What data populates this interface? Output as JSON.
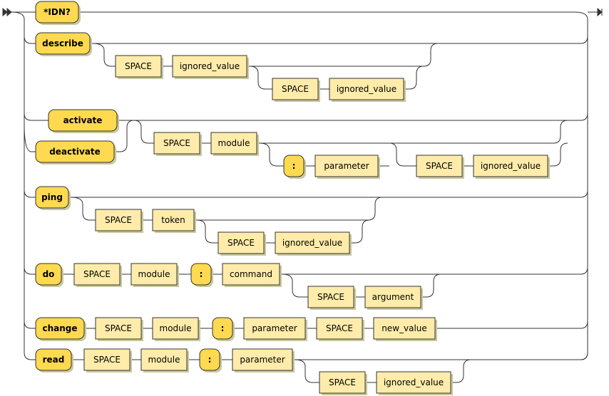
{
  "grammar": [
    {
      "kind": "terminal",
      "text": "*IDN?"
    },
    {
      "kind": "sequence",
      "items": [
        {
          "kind": "terminal",
          "text": "describe"
        },
        {
          "kind": "optional",
          "items": [
            {
              "kind": "nonterminal",
              "text": "SPACE"
            },
            {
              "kind": "nonterminal",
              "text": "ignored_value"
            },
            {
              "kind": "zero-or-more",
              "items": [
                {
                  "kind": "nonterminal",
                  "text": "SPACE"
                },
                {
                  "kind": "nonterminal",
                  "text": "ignored_value"
                }
              ]
            }
          ]
        }
      ]
    },
    {
      "kind": "sequence",
      "items": [
        {
          "kind": "choice",
          "items": [
            {
              "kind": "terminal",
              "text": "activate"
            },
            {
              "kind": "terminal",
              "text": "deactivate"
            }
          ]
        },
        {
          "kind": "optional",
          "items": [
            {
              "kind": "nonterminal",
              "text": "SPACE"
            },
            {
              "kind": "nonterminal",
              "text": "module"
            },
            {
              "kind": "optional",
              "items": [
                {
                  "kind": "terminal",
                  "text": ":"
                },
                {
                  "kind": "nonterminal",
                  "text": "parameter"
                }
              ]
            },
            {
              "kind": "zero-or-more",
              "items": [
                {
                  "kind": "nonterminal",
                  "text": "SPACE"
                },
                {
                  "kind": "nonterminal",
                  "text": "ignored_value"
                }
              ]
            }
          ]
        }
      ]
    },
    {
      "kind": "sequence",
      "items": [
        {
          "kind": "terminal",
          "text": "ping"
        },
        {
          "kind": "optional",
          "items": [
            {
              "kind": "nonterminal",
              "text": "SPACE"
            },
            {
              "kind": "nonterminal",
              "text": "token"
            },
            {
              "kind": "zero-or-more",
              "items": [
                {
                  "kind": "nonterminal",
                  "text": "SPACE"
                },
                {
                  "kind": "nonterminal",
                  "text": "ignored_value"
                }
              ]
            }
          ]
        }
      ]
    },
    {
      "kind": "sequence",
      "items": [
        {
          "kind": "terminal",
          "text": "do"
        },
        {
          "kind": "nonterminal",
          "text": "SPACE"
        },
        {
          "kind": "nonterminal",
          "text": "module"
        },
        {
          "kind": "terminal",
          "text": ":"
        },
        {
          "kind": "nonterminal",
          "text": "command"
        },
        {
          "kind": "zero-or-more",
          "items": [
            {
              "kind": "nonterminal",
              "text": "SPACE"
            },
            {
              "kind": "nonterminal",
              "text": "argument"
            }
          ]
        }
      ]
    },
    {
      "kind": "sequence",
      "items": [
        {
          "kind": "terminal",
          "text": "change"
        },
        {
          "kind": "nonterminal",
          "text": "SPACE"
        },
        {
          "kind": "nonterminal",
          "text": "module"
        },
        {
          "kind": "terminal",
          "text": ":"
        },
        {
          "kind": "nonterminal",
          "text": "parameter"
        },
        {
          "kind": "nonterminal",
          "text": "SPACE"
        },
        {
          "kind": "nonterminal",
          "text": "new_value"
        }
      ]
    },
    {
      "kind": "sequence",
      "items": [
        {
          "kind": "terminal",
          "text": "read"
        },
        {
          "kind": "nonterminal",
          "text": "SPACE"
        },
        {
          "kind": "nonterminal",
          "text": "module"
        },
        {
          "kind": "terminal",
          "text": ":"
        },
        {
          "kind": "nonterminal",
          "text": "parameter"
        },
        {
          "kind": "zero-or-more",
          "items": [
            {
              "kind": "nonterminal",
              "text": "SPACE"
            },
            {
              "kind": "nonterminal",
              "text": "ignored_value"
            }
          ]
        }
      ]
    }
  ]
}
